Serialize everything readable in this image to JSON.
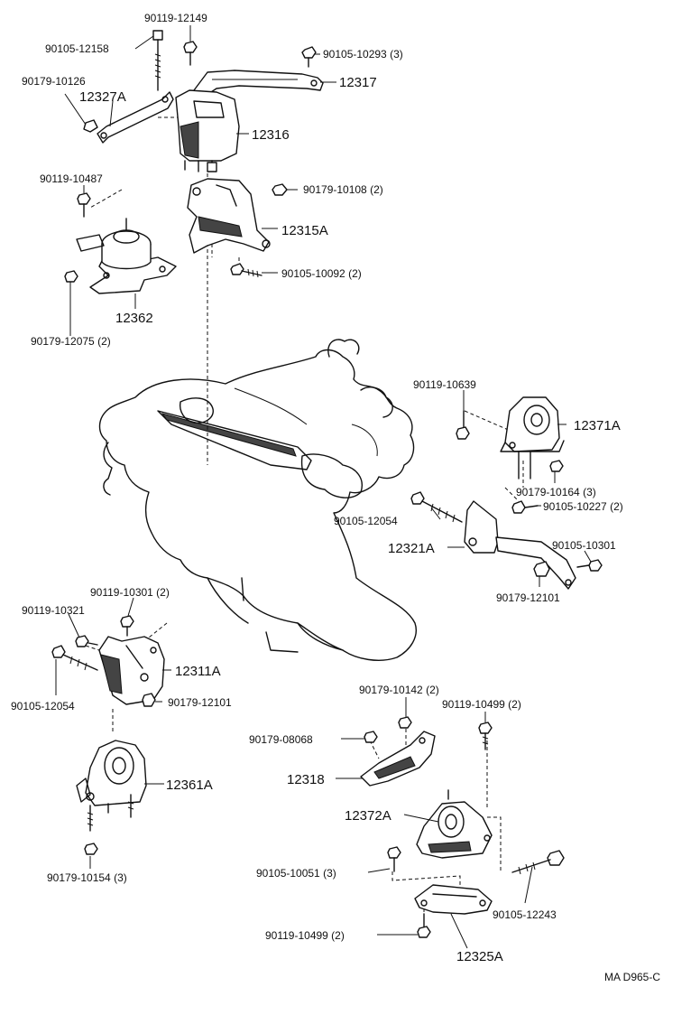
{
  "diagram": {
    "labels": {
      "p90119_12149": "90119-12149",
      "p90105_12158": "90105-12158",
      "p90105_10293": "90105-10293 (3)",
      "p90179_10126": "90179-10126",
      "p12327A": "12327A",
      "p12317": "12317",
      "p12316": "12316",
      "p90119_10487": "90119-10487",
      "p90179_10108": "90179-10108 (2)",
      "p12315A": "12315A",
      "p90105_10092": "90105-10092 (2)",
      "p12362": "12362",
      "p90179_12075": "90179-12075 (2)",
      "p90119_10639": "90119-10639",
      "p12371A": "12371A",
      "p90179_10164": "90179-10164 (3)",
      "p90105_12054_r": "90105-12054",
      "p90105_10227": "90105-10227 (2)",
      "p12321A": "12321A",
      "p90105_10301": "90105-10301",
      "p90179_12101_r": "90179-12101",
      "p90119_10301": "90119-10301 (2)",
      "p90119_10321": "90119-10321",
      "p12311A": "12311A",
      "p90105_12054_l": "90105-12054",
      "p90179_12101_l": "90179-12101",
      "p90179_10142": "90179-10142 (2)",
      "p90119_10499_top": "90119-10499 (2)",
      "p90179_08068": "90179-08068",
      "p12318": "12318",
      "p12361A": "12361A",
      "p12372A": "12372A",
      "p90105_10051": "90105-10051 (3)",
      "p90105_12243": "90105-12243",
      "p90179_10154": "90179-10154 (3)",
      "p90119_10499_bot": "90119-10499 (2)",
      "p12325A": "12325A",
      "ref": "MA D965-C"
    }
  }
}
